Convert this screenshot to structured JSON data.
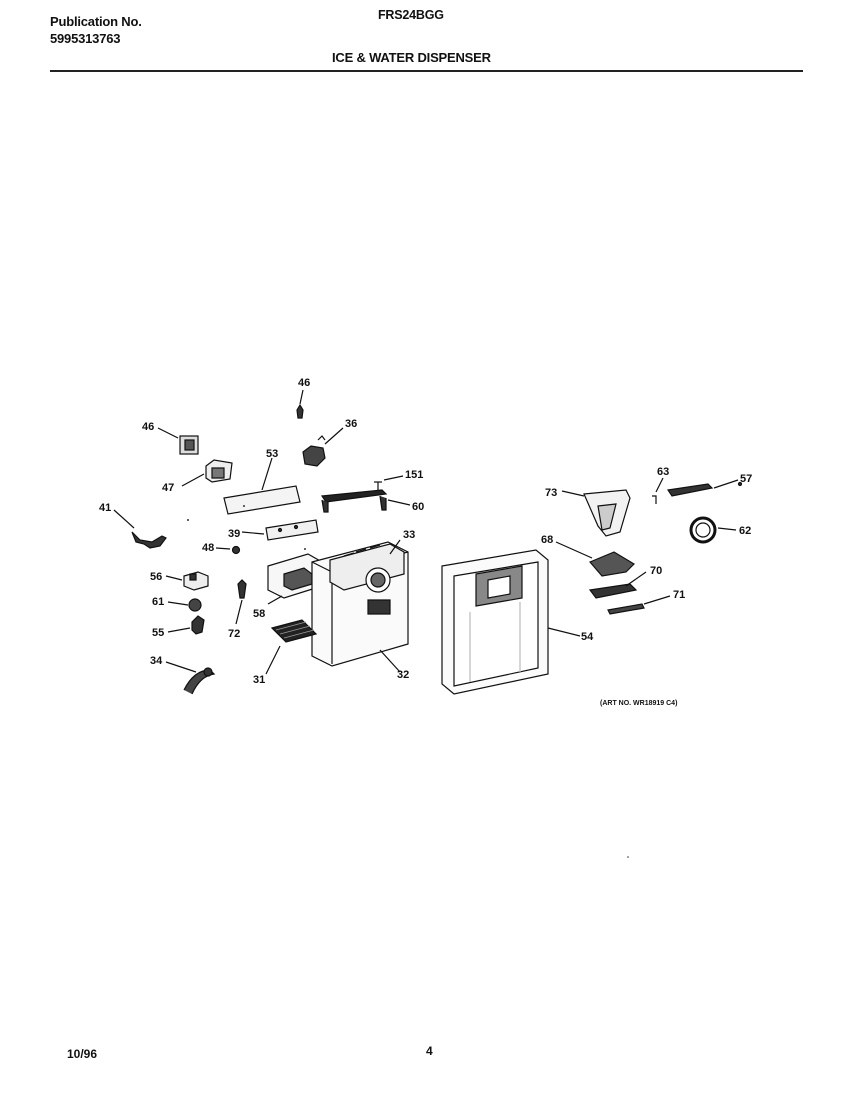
{
  "header": {
    "publication_label": "Publication No.",
    "publication_number": "5995313763",
    "model": "FRS24BGG",
    "section_title": "ICE & WATER DISPENSER"
  },
  "callouts": [
    "46",
    "46",
    "36",
    "53",
    "47",
    "151",
    "60",
    "41",
    "39",
    "33",
    "48",
    "56",
    "61",
    "55",
    "58",
    "72",
    "31",
    "32",
    "34",
    "54",
    "73",
    "63",
    "57",
    "62",
    "68",
    "70",
    "71"
  ],
  "art_number": "(ART NO. WR18919 C4)",
  "footer": {
    "date": "10/96",
    "page": "4"
  }
}
